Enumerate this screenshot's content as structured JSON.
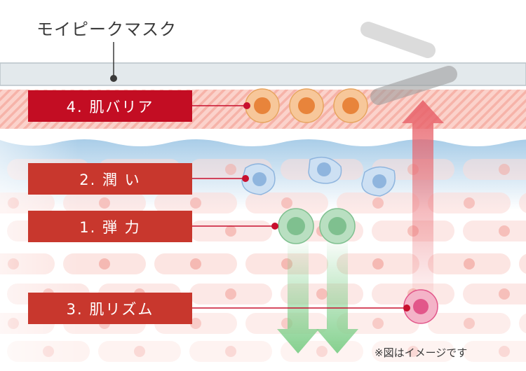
{
  "mask_title": "モイピークマスク",
  "labels": {
    "barrier": "4. 肌バリア",
    "moisture": "2. 潤 い",
    "elasticity": "1. 弾 力",
    "rhythm": "3. 肌リズム"
  },
  "note": "※図はイメージです",
  "colors": {
    "label_red": "#c8372d",
    "barrier_red": "#c30d23",
    "barrier_cell": "#e8843b",
    "moisture_cell": "#8fb5de",
    "elasticity_cell": "#7fc08f",
    "rhythm_cell": "#e2568a",
    "arrow_green": "#7fcf8a",
    "arrow_red": "#e8626a"
  }
}
